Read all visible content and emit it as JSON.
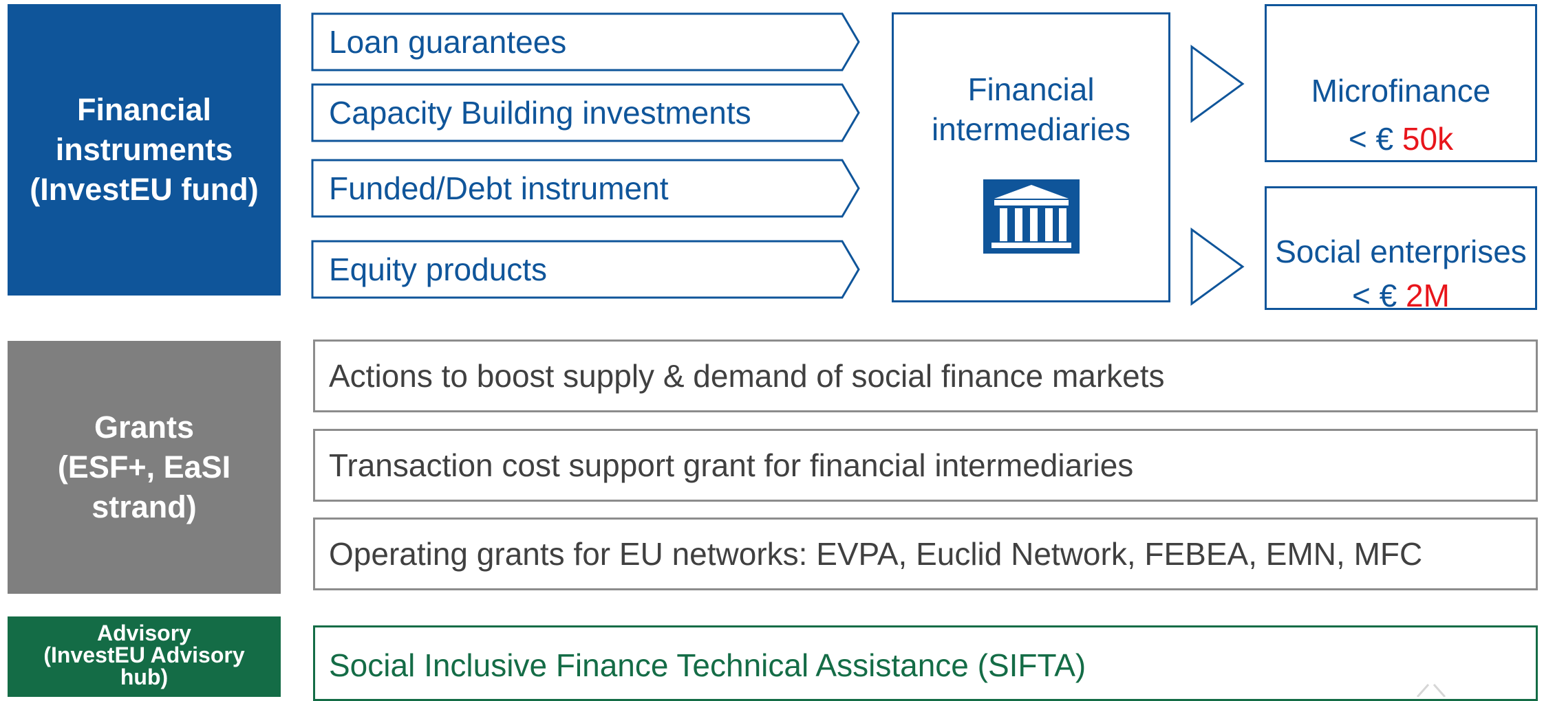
{
  "categories": {
    "financial": "Financial\ninstruments\n(InvestEU fund)",
    "grants": "Grants\n(ESF+, EaSI\nstrand)",
    "advisory": "Advisory\n(InvestEU Advisory\nhub)"
  },
  "instruments": [
    "Loan guarantees",
    "Capacity Building investments",
    "Funded/Debt instrument",
    "Equity products"
  ],
  "intermediaries": {
    "label": "Financial\nintermediaries",
    "icon": "bank-building-icon"
  },
  "results": [
    {
      "title": "Microfinance",
      "limit_prefix": "< € ",
      "limit_value": "50k"
    },
    {
      "title": "Social enterprises",
      "limit_prefix": "< € ",
      "limit_value": "2M"
    }
  ],
  "grants": [
    "Actions to boost supply & demand of social finance markets",
    "Transaction cost support grant for financial intermediaries",
    "Operating grants for EU networks: EVPA, Euclid Network, FEBEA, EMN, MFC"
  ],
  "advisory": {
    "item": "Social Inclusive Finance Technical Assistance (SIFTA)"
  },
  "colors": {
    "financial": "#0f559a",
    "grants": "#7f7f7f",
    "advisory": "#146c46",
    "limit_value": "#e8151b"
  }
}
